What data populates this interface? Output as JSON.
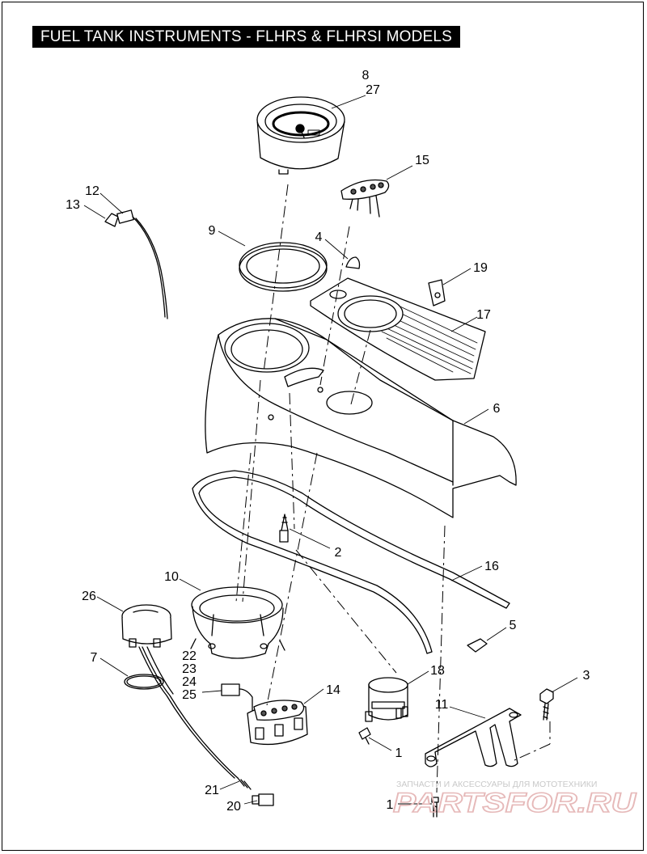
{
  "title": "FUEL TANK INSTRUMENTS - FLHRS & FLHRSI MODELS",
  "callouts": {
    "c8": "8",
    "c27": "27",
    "c15": "15",
    "c12": "12",
    "c13": "13",
    "c9": "9",
    "c4": "4",
    "c19": "19",
    "c17": "17",
    "c6": "6",
    "c2": "2",
    "c16": "16",
    "c10": "10",
    "c26": "26",
    "c5": "5",
    "c7": "7",
    "c22": "22",
    "c23": "23",
    "c24": "24",
    "c25": "25",
    "c18": "18",
    "c14": "14",
    "c3": "3",
    "c11": "11",
    "c1a": "1",
    "c21": "21",
    "c20": "20",
    "c1b": "1"
  },
  "watermark": {
    "text": "ЗАПЧАСТИ И АКСЕССУАРЫ ДЛЯ МОТОТЕХНИКИ",
    "logo": "PARTSFOR.RU"
  },
  "colors": {
    "title_bg": "#000000",
    "title_fg": "#ffffff",
    "line": "#000000",
    "watermark": "#e6b9b9"
  }
}
